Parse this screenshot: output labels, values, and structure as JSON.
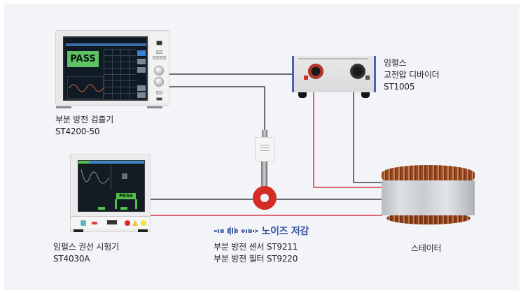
{
  "diagram": {
    "background_color": "#f3f4f8",
    "wire_colors": {
      "signal": "#1a1a1a",
      "high_voltage": "#d0121b"
    },
    "accent_color": "#3553a0"
  },
  "devices": {
    "detector": {
      "name": "부분 방전 검출기",
      "model": "ST4200-50",
      "screen_status": "PASS"
    },
    "divider": {
      "name_line1": "임펄스",
      "name_line2": "고전압 디바이더",
      "model": "ST1005"
    },
    "tester": {
      "name": "임펄스 권선 시험기",
      "model": "ST4030A",
      "screen_status": "PASS"
    },
    "sensor_filter": {
      "sensor": "부분 방전 센서 ST9211",
      "filter": "부분 방전 필터 ST9220"
    },
    "stator": {
      "name": "스테이터"
    }
  },
  "noise_reduction": {
    "icon": "sound-wave-icon",
    "label": "노이즈 저감"
  }
}
